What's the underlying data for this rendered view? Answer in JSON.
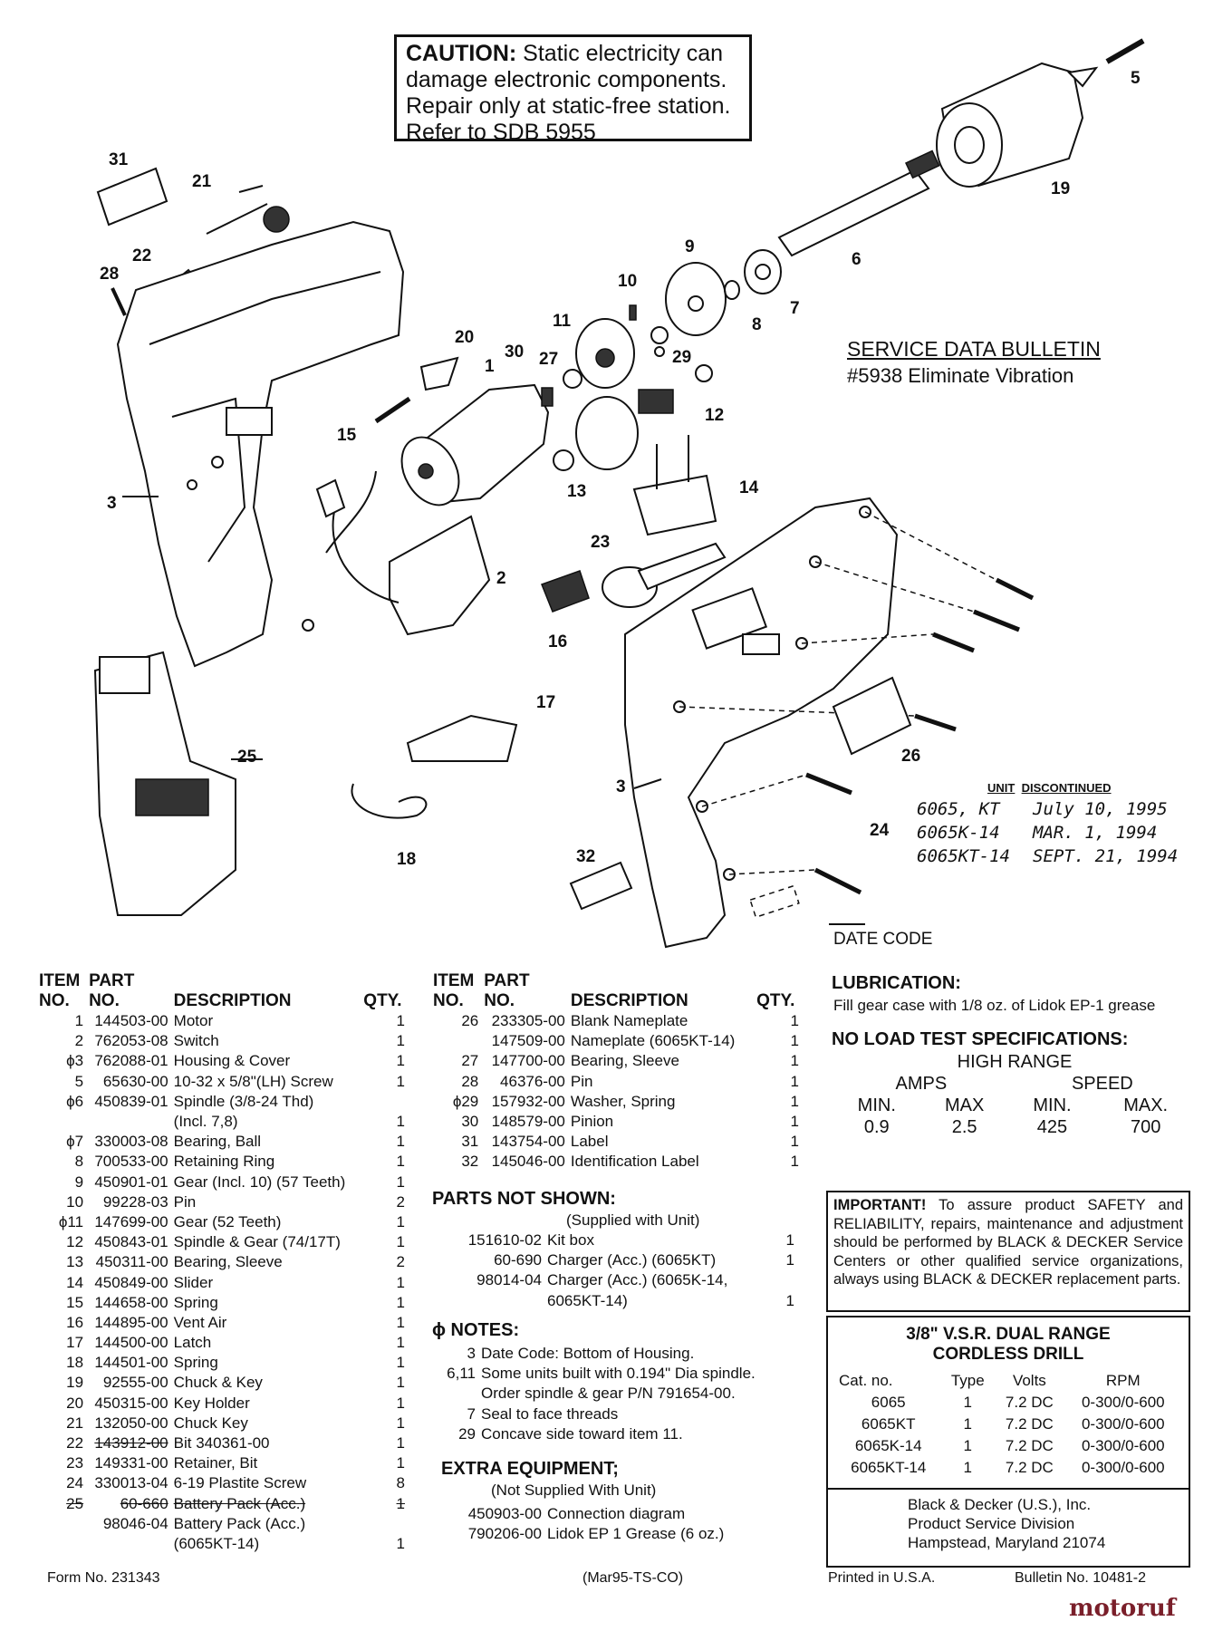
{
  "caution": {
    "label": "CAUTION:",
    "lines": [
      "Static electricity can",
      "damage electronic components.",
      "Repair only at static-free station.",
      "Refer to SDB 5955"
    ]
  },
  "service_bulletin": {
    "title": "SERVICE DATA BULLETIN",
    "subtitle": "#5938 Eliminate Vibration"
  },
  "callouts": {
    "c1": "1",
    "c2": "2",
    "c3a": "3",
    "c3b": "3",
    "c5": "5",
    "c6": "6",
    "c7": "7",
    "c8": "8",
    "c9": "9",
    "c10": "10",
    "c11": "11",
    "c12": "12",
    "c13": "13",
    "c14": "14",
    "c15": "15",
    "c16": "16",
    "c17": "17",
    "c18": "18",
    "c19": "19",
    "c20": "20",
    "c21": "21",
    "c22": "22",
    "c23": "23",
    "c24": "24",
    "c25": "25",
    "c26": "26",
    "c27": "27",
    "c28": "28",
    "c29": "29",
    "c30": "30",
    "c31": "31",
    "c32": "32",
    "date_code": "DATE CODE"
  },
  "discontinued": {
    "header_unit": "UNIT",
    "header_disc": "DISCONTINUED",
    "rows": [
      {
        "unit": "6065, KT",
        "date": "July 10, 1995"
      },
      {
        "unit": "6065K-14",
        "date": "MAR. 1, 1994"
      },
      {
        "unit": "6065KT-14",
        "date": "SEPT. 21, 1994"
      }
    ]
  },
  "parts_headers": {
    "item": "ITEM",
    "part": "PART",
    "no": "NO.",
    "pno": "NO.",
    "desc": "DESCRIPTION",
    "qty": "QTY."
  },
  "parts_left": [
    {
      "item": "1",
      "part": "144503-00",
      "desc": "Motor",
      "qty": "1"
    },
    {
      "item": "2",
      "part": "762053-08",
      "desc": "Switch",
      "qty": "1"
    },
    {
      "item": "ϕ3",
      "part": "762088-01",
      "desc": "Housing & Cover",
      "qty": "1"
    },
    {
      "item": "5",
      "part": "65630-00",
      "desc": "10-32 x 5/8\"(LH) Screw",
      "qty": "1"
    },
    {
      "item": "ϕ6",
      "part": "450839-01",
      "desc": "Spindle (3/8-24 Thd)",
      "qty": ""
    },
    {
      "item": "",
      "part": "",
      "desc": "(Incl. 7,8)",
      "qty": "1"
    },
    {
      "item": "ϕ7",
      "part": "330003-08",
      "desc": "Bearing, Ball",
      "qty": "1"
    },
    {
      "item": "8",
      "part": "700533-00",
      "desc": "Retaining Ring",
      "qty": "1"
    },
    {
      "item": "9",
      "part": "450901-01",
      "desc": "Gear (Incl. 10) (57 Teeth)",
      "qty": "1"
    },
    {
      "item": "10",
      "part": "99228-03",
      "desc": "Pin",
      "qty": "2"
    },
    {
      "item": "ϕ11",
      "part": "147699-00",
      "desc": "Gear (52 Teeth)",
      "qty": "1"
    },
    {
      "item": "12",
      "part": "450843-01",
      "desc": "Spindle & Gear (74/17T)",
      "qty": "1"
    },
    {
      "item": "13",
      "part": "450311-00",
      "desc": "Bearing, Sleeve",
      "qty": "2"
    },
    {
      "item": "14",
      "part": "450849-00",
      "desc": "Slider",
      "qty": "1"
    },
    {
      "item": "15",
      "part": "144658-00",
      "desc": "Spring",
      "qty": "1"
    },
    {
      "item": "16",
      "part": "144895-00",
      "desc": "Vent Air",
      "qty": "1"
    },
    {
      "item": "17",
      "part": "144500-00",
      "desc": "Latch",
      "qty": "1"
    },
    {
      "item": "18",
      "part": "144501-00",
      "desc": "Spring",
      "qty": "1"
    },
    {
      "item": "19",
      "part": "92555-00",
      "desc": "Chuck & Key",
      "qty": "1"
    },
    {
      "item": "20",
      "part": "450315-00",
      "desc": "Key Holder",
      "qty": "1"
    },
    {
      "item": "21",
      "part": "132050-00",
      "desc": "Chuck Key",
      "qty": "1"
    },
    {
      "item": "22",
      "part": "143912-00",
      "desc": "Bit 340361-00",
      "qty": "1"
    },
    {
      "item": "23",
      "part": "149331-00",
      "desc": "Retainer, Bit",
      "qty": "1"
    },
    {
      "item": "24",
      "part": "330013-04",
      "desc": "6-19 Plastite Screw",
      "qty": "8"
    },
    {
      "item": "25",
      "part": "60-660",
      "desc": "Battery Pack (Acc.)",
      "qty": "1"
    },
    {
      "item": "",
      "part": "98046-04",
      "desc": "Battery Pack (Acc.)",
      "qty": ""
    },
    {
      "item": "",
      "part": "",
      "desc": "(6065KT-14)",
      "qty": "1"
    }
  ],
  "parts_right": [
    {
      "item": "26",
      "part": "233305-00",
      "desc": "Blank Nameplate",
      "qty": "1"
    },
    {
      "item": "",
      "part": "147509-00",
      "desc": "Nameplate (6065KT-14)",
      "qty": "1"
    },
    {
      "item": "27",
      "part": "147700-00",
      "desc": "Bearing, Sleeve",
      "qty": "1"
    },
    {
      "item": "28",
      "part": "46376-00",
      "desc": "Pin",
      "qty": "1"
    },
    {
      "item": "ϕ29",
      "part": "157932-00",
      "desc": "Washer, Spring",
      "qty": "1"
    },
    {
      "item": "30",
      "part": "148579-00",
      "desc": "Pinion",
      "qty": "1"
    },
    {
      "item": "31",
      "part": "143754-00",
      "desc": "Label",
      "qty": "1"
    },
    {
      "item": "32",
      "part": "145046-00",
      "desc": "Identification Label",
      "qty": "1"
    }
  ],
  "not_shown": {
    "title": "PARTS NOT SHOWN:",
    "sub": "(Supplied with Unit)",
    "rows": [
      {
        "part": "151610-02",
        "desc": "Kit box",
        "qty": "1"
      },
      {
        "part": "60-690",
        "desc": "Charger (Acc.) (6065KT)",
        "qty": "1"
      },
      {
        "part": "98014-04",
        "desc": "Charger (Acc.) (6065K-14,",
        "qty": ""
      },
      {
        "part": "",
        "desc": "6065KT-14)",
        "qty": "1"
      }
    ]
  },
  "notes": {
    "title": "ϕ NOTES:",
    "rows": [
      {
        "item": "3",
        "text": "Date Code: Bottom of Housing."
      },
      {
        "item": "6,11",
        "text": "Some units built with 0.194\" Dia spindle."
      },
      {
        "item": "",
        "text": "Order spindle & gear P/N 791654-00."
      },
      {
        "item": "7",
        "text": "Seal to face threads"
      },
      {
        "item": "29",
        "text": "Concave side toward item 11."
      }
    ]
  },
  "extra": {
    "title": "EXTRA EQUIPMENT;",
    "sub": "(Not Supplied With Unit)",
    "rows": [
      {
        "part": "450903-00",
        "desc": "Connection diagram"
      },
      {
        "part": "790206-00",
        "desc": "Lidok EP 1 Grease (6 oz.)"
      }
    ]
  },
  "lubrication": {
    "title": "LUBRICATION:",
    "text": "Fill gear case with 1/8 oz. of Lidok EP-1 grease"
  },
  "load_test": {
    "title": "NO LOAD TEST SPECIFICATIONS:",
    "range": "HIGH RANGE",
    "amps": "AMPS",
    "speed": "SPEED",
    "min": "MIN.",
    "max": "MAX",
    "min2": "MIN.",
    "max2": "MAX.",
    "v1": "0.9",
    "v2": "2.5",
    "v3": "425",
    "v4": "700"
  },
  "important": {
    "lead": "IMPORTANT!",
    "text": "To assure product SAFETY and RELIABILITY, repairs, maintenance and adjustment should be performed by BLACK & DECKER Service Centers or other qualified service organizations, always using BLACK & DECKER replacement parts."
  },
  "drill": {
    "title1": "3/8\" V.S.R. DUAL RANGE",
    "title2": "CORDLESS DRILL",
    "headers": [
      "Cat. no.",
      "Type",
      "Volts",
      "RPM"
    ],
    "rows": [
      [
        "6065",
        "1",
        "7.2 DC",
        "0-300/0-600"
      ],
      [
        "6065KT",
        "1",
        "7.2 DC",
        "0-300/0-600"
      ],
      [
        "6065K-14",
        "1",
        "7.2 DC",
        "0-300/0-600"
      ],
      [
        "6065KT-14",
        "1",
        "7.2 DC",
        "0-300/0-600"
      ]
    ],
    "address": [
      "Black & Decker (U.S.), Inc.",
      "Product Service Division",
      "Hampstead, Maryland 21074"
    ]
  },
  "footer": {
    "form": "Form No. 231343",
    "code": "(Mar95-TS-CO)",
    "printed": "Printed in U.S.A.",
    "bulletin": "Bulletin No. 10481-2",
    "watermark": "motoruf"
  }
}
